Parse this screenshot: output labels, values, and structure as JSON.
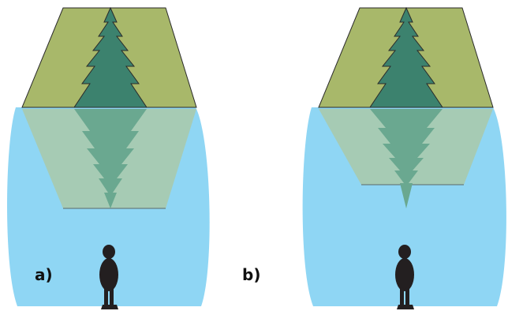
{
  "panels": [
    {
      "id": "a",
      "label": "a)"
    },
    {
      "id": "b",
      "label": "b)"
    }
  ],
  "colors": {
    "water": "#8fd6f4",
    "hill": "#a8b86a",
    "hill_reflection": "#a6cbb4",
    "tree": "#3c826e",
    "tree_reflection": "#6aa890",
    "person": "#231f20",
    "outline": "#2a2a2a"
  },
  "icons": {
    "tree": "conifer-tree-icon",
    "person": "standing-person-icon"
  }
}
